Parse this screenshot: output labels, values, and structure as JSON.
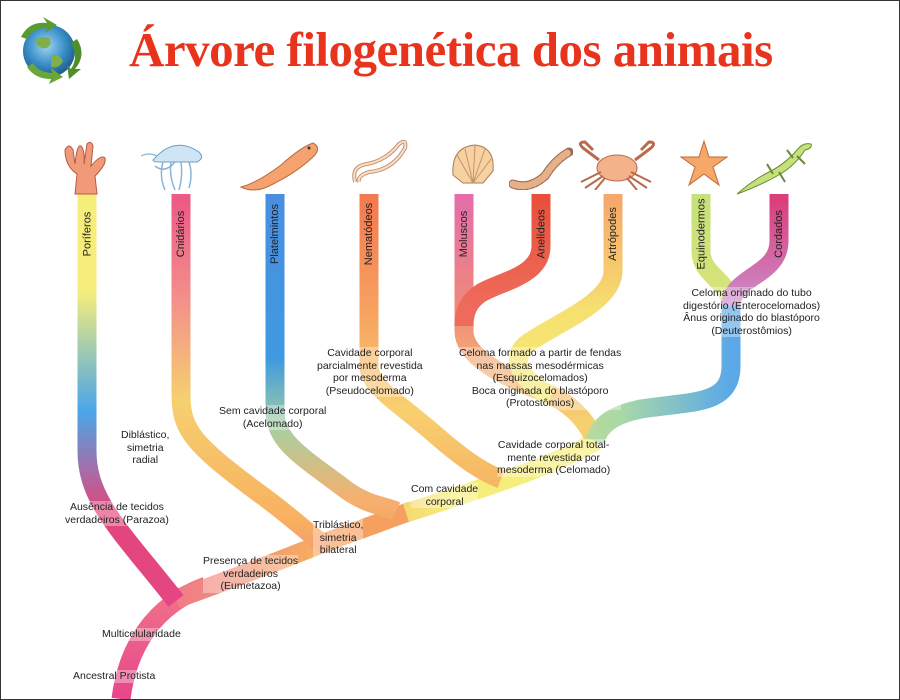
{
  "title": "Árvore filogenética dos animais",
  "taxa": [
    {
      "id": "poriferos",
      "label": "Poríferos",
      "icon": "sponge-icon"
    },
    {
      "id": "cnidarios",
      "label": "Cnidários",
      "icon": "jellyfish-icon"
    },
    {
      "id": "platelmintos",
      "label": "Platelmintos",
      "icon": "flatworm-icon"
    },
    {
      "id": "nematodeos",
      "label": "Nematódeos",
      "icon": "roundworm-icon"
    },
    {
      "id": "moluscos",
      "label": "Moluscos",
      "icon": "shell-icon"
    },
    {
      "id": "anelideos",
      "label": "Anelídeos",
      "icon": "earthworm-icon"
    },
    {
      "id": "artropodes",
      "label": "Artrópodes",
      "icon": "crab-icon"
    },
    {
      "id": "equinodermos",
      "label": "Equinodermos",
      "icon": "starfish-icon"
    },
    {
      "id": "cordados",
      "label": "Cordados",
      "icon": "lizard-icon"
    }
  ],
  "notes": {
    "ancestral": [
      "Ancestral Protista"
    ],
    "multicelularidade": [
      "Multicelularidade"
    ],
    "parazoa": [
      "Ausência de tecidos",
      "verdadeiros (Parazoa)"
    ],
    "eumetazoa": [
      "Presença de tecidos",
      "verdadeiros",
      "(Eumetazoa)"
    ],
    "diblastico": [
      "Diblástico,",
      "simetria",
      "radial"
    ],
    "triblastico": [
      "Triblástico,",
      "simetria",
      "bilateral"
    ],
    "acelomado": [
      "Sem cavidade corporal",
      "(Acelomado)"
    ],
    "com_cavidade": [
      "Com cavidade",
      "corporal"
    ],
    "pseudocelomado": [
      "Cavidade corporal",
      "parcialmente revestida",
      "por mesoderma",
      "(Pseudocelomado)"
    ],
    "celomado": [
      "Cavidade corporal total-",
      "mente revestida por",
      "mesoderma (Celomado)"
    ],
    "protostomios": [
      "Celoma formado a partir de fendas",
      "nas massas mesodérmicas",
      "(Esquizocelomados)",
      "Boca originada do blastóporo",
      "(Protostômios)"
    ],
    "deuterostomios": [
      "Celoma originado do tubo",
      "digestório (Enterocelomados)",
      "Ânus originado do blastóporo",
      "(Deuterostômios)"
    ]
  },
  "colors": {
    "title": "#e8341c",
    "trunk_pink": "#e8468a",
    "orange": "#f5a055",
    "yellow": "#f6ee7a",
    "blue": "#4f9ee0",
    "red": "#e8503c",
    "magenta": "#dc3e7c",
    "green": "#c6e07a"
  }
}
